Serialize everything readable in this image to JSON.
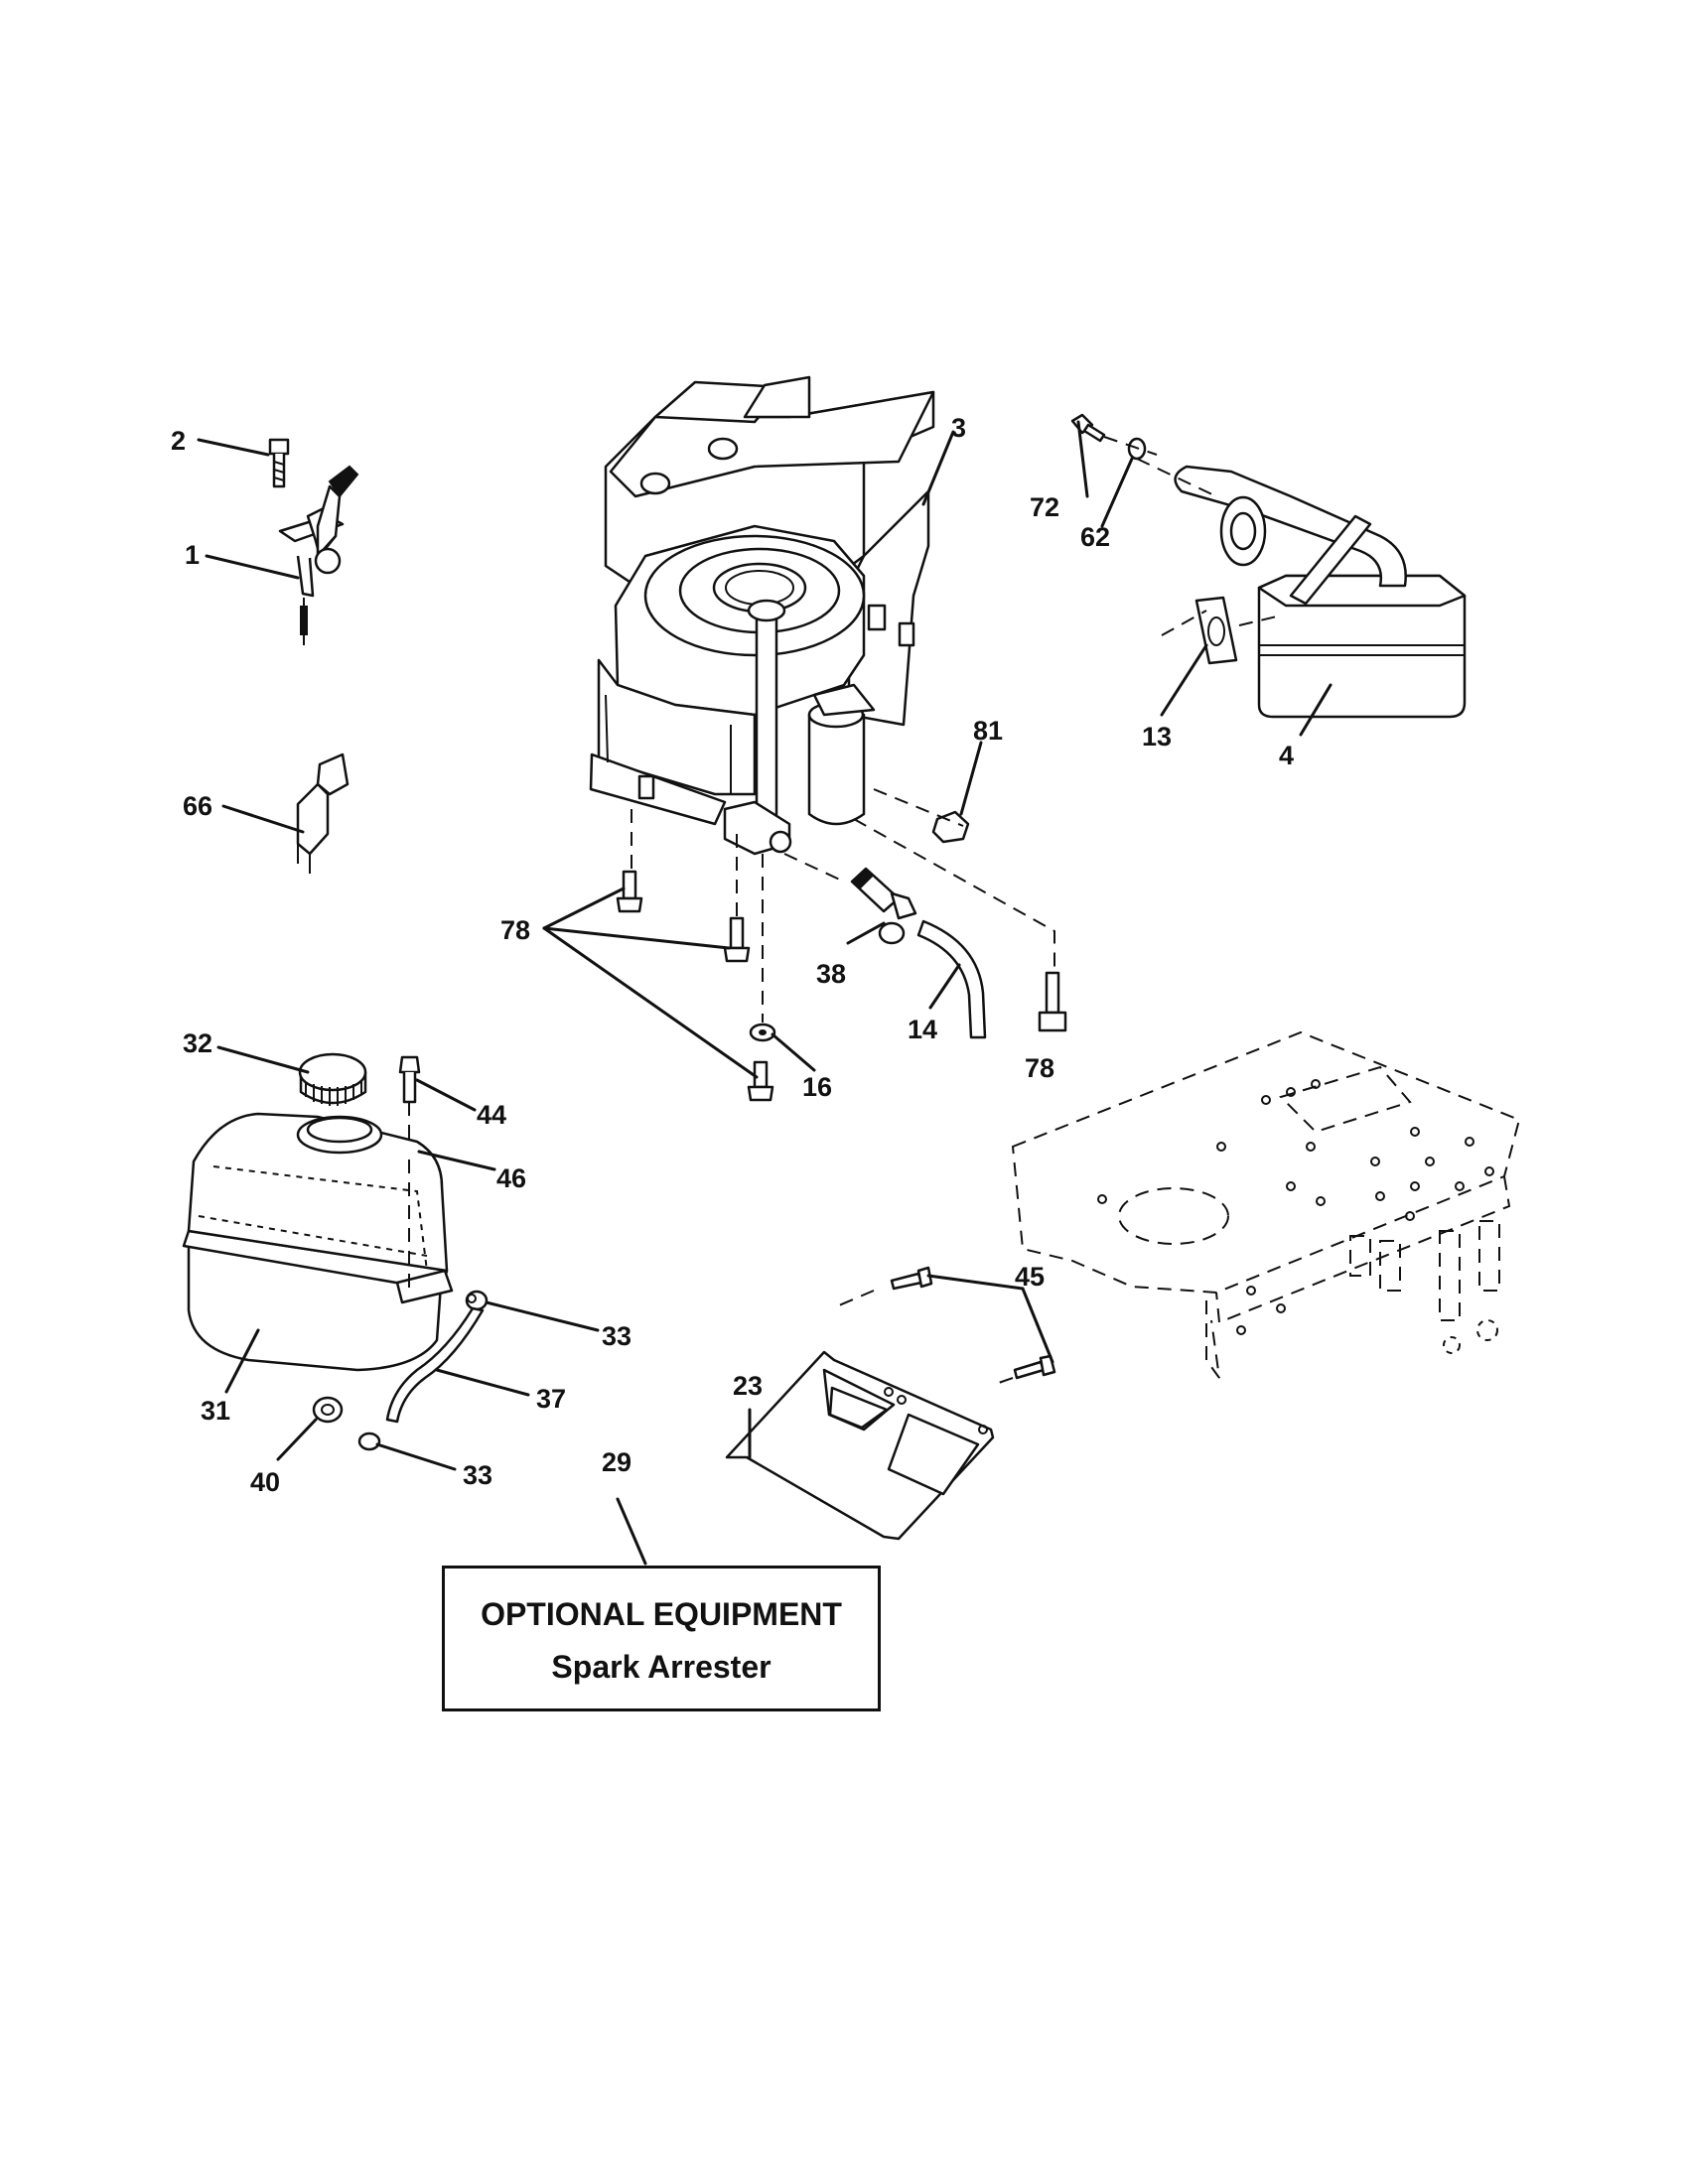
{
  "diagram": {
    "callouts": {
      "c1": "1",
      "c2": "2",
      "c3": "3",
      "c4": "4",
      "c13": "13",
      "c14": "14",
      "c16": "16",
      "c23": "23",
      "c29": "29",
      "c31": "31",
      "c32": "32",
      "c33a": "33",
      "c33b": "33",
      "c37": "37",
      "c38": "38",
      "c40": "40",
      "c44": "44",
      "c45": "45",
      "c46": "46",
      "c62": "62",
      "c66": "66",
      "c72": "72",
      "c78a": "78",
      "c78b": "78",
      "c81": "81"
    },
    "optional_box": {
      "title": "OPTIONAL EQUIPMENT",
      "subtitle": "Spark Arrester"
    }
  }
}
